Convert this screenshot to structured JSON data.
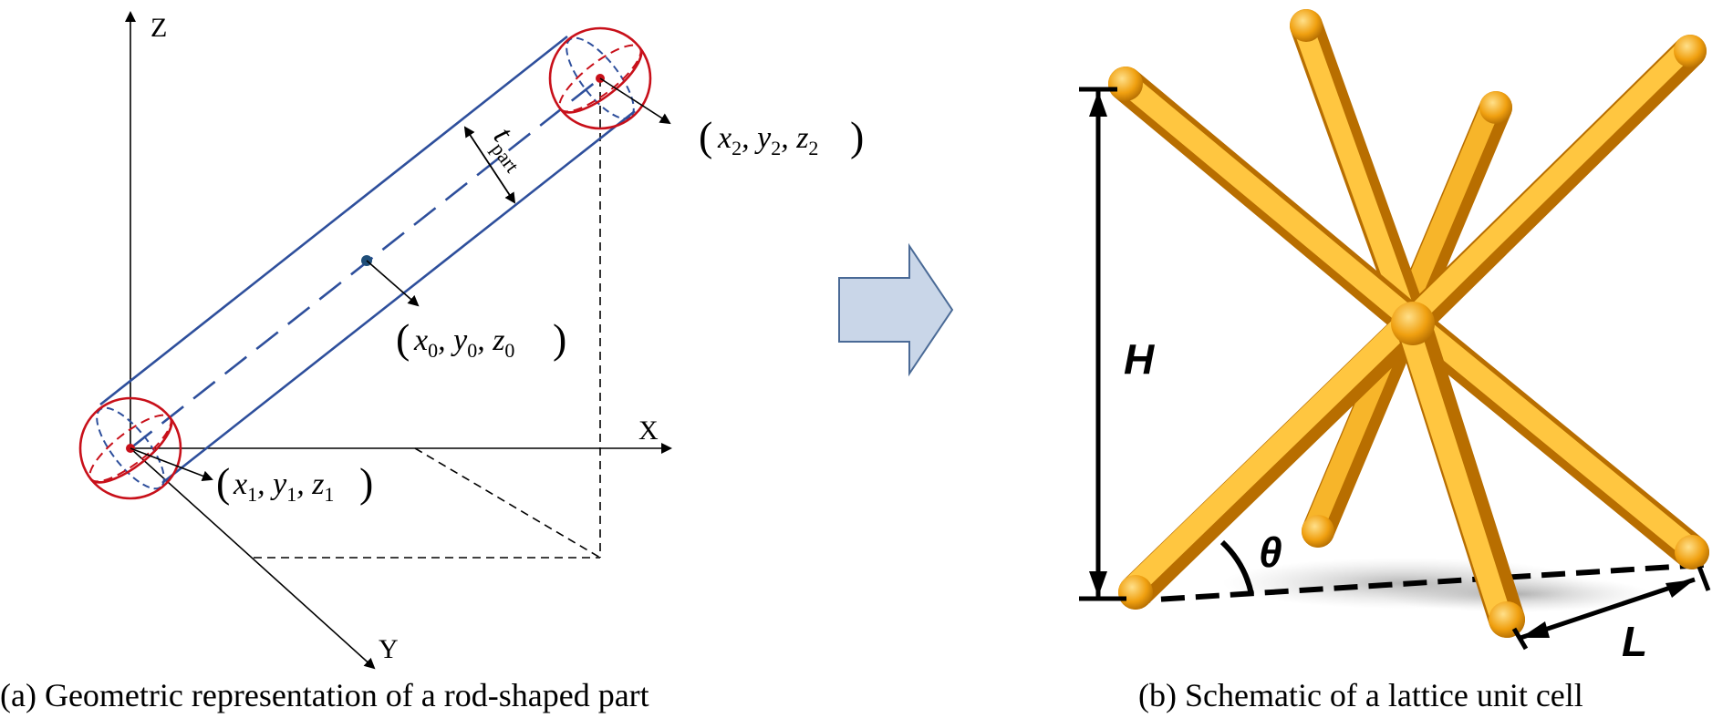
{
  "panel_a": {
    "axes": {
      "z": "Z",
      "x": "X",
      "y": "Y"
    },
    "points": {
      "p1": {
        "x": "x",
        "xs": "1",
        "y": "y",
        "ys": "1",
        "z": "z",
        "zs": "1"
      },
      "p0": {
        "x": "x",
        "xs": "0",
        "y": "y",
        "ys": "0",
        "z": "z",
        "zs": "0"
      },
      "p2": {
        "x": "x",
        "xs": "2",
        "y": "y",
        "ys": "2",
        "z": "z",
        "zs": "2"
      }
    },
    "thickness": {
      "t": "t",
      "sub": "part"
    },
    "caption": "(a) Geometric representation of a rod-shaped part",
    "colors": {
      "rod": "#2e4f9c",
      "sphere": "#c8101a",
      "center_dot": "#1f4e79"
    }
  },
  "arrow": {
    "fill": "#c9d6e8",
    "stroke": "#4a6a96"
  },
  "panel_b": {
    "labels": {
      "height": "H",
      "angle": "θ",
      "length": "L"
    },
    "caption": "(b) Schematic of a lattice unit cell",
    "colors": {
      "strut": "#f0a010",
      "strut_dark": "#b86e00",
      "strut_light": "#ffd46a"
    }
  }
}
